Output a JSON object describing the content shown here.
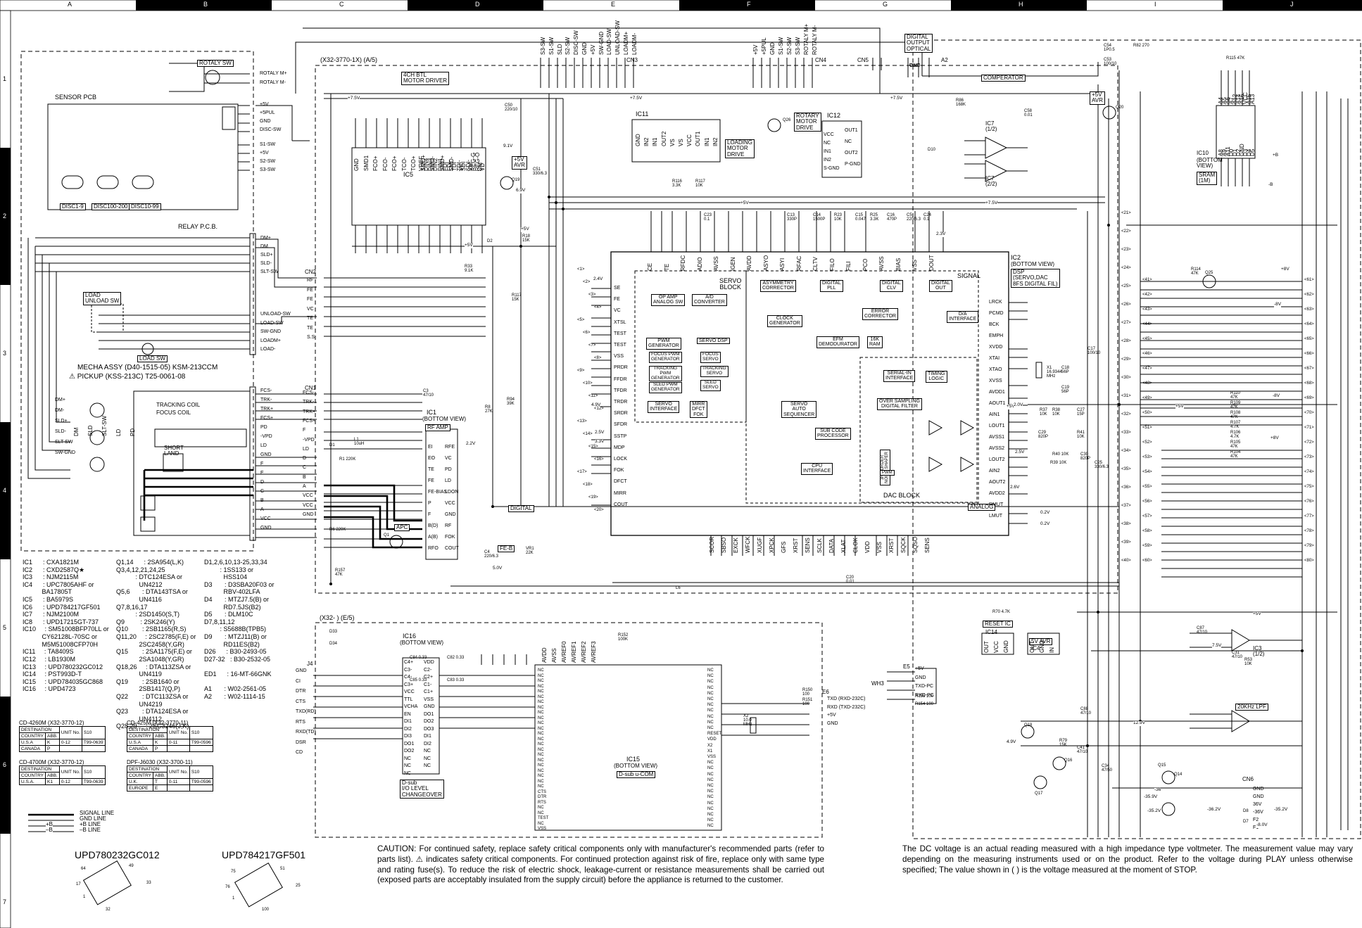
{
  "grid": {
    "columns": [
      "A",
      "B",
      "C",
      "D",
      "E",
      "F",
      "G",
      "H",
      "I",
      "J"
    ],
    "rows": [
      "1",
      "2",
      "3",
      "4",
      "5",
      "6",
      "7"
    ]
  },
  "sections": {
    "main_board": "(X32-3770-1X) (A/5)",
    "sub_board": "(X32- ) (E/5)",
    "motor_driver": "4CH BTL\nMOTOR DRIVER",
    "servo_block": "SERVO\nBLOCK",
    "signal": "SIGNAL",
    "dac_block": "DAC BLOCK",
    "sensor_pcb": "SENSOR PCB",
    "relay_pcb": "RELAY P.C.B.",
    "rotaly_sw": "ROTALY SW",
    "load_unload_sw": "LOAD\nUNLOAD SW",
    "load_sw": "LOAD SW",
    "mecha_assy": "MECHA ASSY (D40-1515-05) KSM-213CCM",
    "pickup": "⚠ PICKUP (KSS-213C) T25-0061-08",
    "disc_labels": [
      "DISC1-9",
      "DISC100-200",
      "DISC10-99"
    ],
    "tracking_coil": "TRACKING COIL",
    "focus_coil": "FOCUS COIL",
    "short_land": "SHORT\nLAND",
    "digital_output": "DIGITAL\nOUTPUT\nOPTICAL"
  },
  "connectors": {
    "cn1": "CN1",
    "cn2": "CN2",
    "cn3": "CN3",
    "cn4": "CN4",
    "cn5": "CN5",
    "cn6": "CN6",
    "a2": "A2",
    "j4": "J4",
    "e5": "E5",
    "e6": "E6",
    "wh3": "WH3"
  },
  "ics": {
    "ic1": "IC1",
    "ic1_view": "(BOTTOM VIEW)",
    "ic1_func": "RF AMP",
    "ic2": "IC2",
    "ic2_view": "(BOTTOM VIEW)",
    "ic2_func": "DSP\n(SERVO,DAC\n8FS DIGITAL FIL)",
    "ic3": "IC3\n(1/2)",
    "ic4": "IC4",
    "ic4_func": "5V AVR",
    "ic5": "IC5",
    "ic7a": "IC7\n(1/2)",
    "ic7b": "IC7\n(2/2)",
    "ic7_func": "COMPERATOR",
    "ic10": "IC10",
    "ic10_view": "(BOTTOM\nVIEW)",
    "ic10_func": "SRAM\n(1M)",
    "ic11": "IC11",
    "ic11_func": "LOADING\nMOTOR\nDRIVE",
    "ic12": "IC12",
    "ic12_func": "ROTARY\nMOTOR\nDRIVE",
    "ic14": "IC14",
    "ic14_func": "RESET IC",
    "ic15": "IC15",
    "ic15_view": "(BOTTOM VIEW)",
    "ic15_func": "D-sub u-COM",
    "ic16": "IC16",
    "ic16_view": "(BOTTOM VIEW)",
    "ic16_func": "D-sub\nI/O LEVEL\nCHANGEOVER",
    "lpf": "20KHz LPF",
    "avr_q19": "+5V\nAVR",
    "avr_q20": "+5V\nAVR",
    "apc": "APC",
    "fe_b": "FE-B",
    "digital": "DIGITAL",
    "analog": "ANALOG"
  },
  "dsp_blocks": [
    "OP AMP\nANALOG SW",
    "A/D\nCONVERTER",
    "PWM\nGENERATOR",
    "FOCUS PWM\nGENERATOR",
    "TRACKING\nPWM\nGENERATOR",
    "SLED PWM\nGENERATOR",
    "SERVO DSP",
    "FOCUS\nSERVO",
    "TRACKING\nSERVO",
    "SLED\nSERVO",
    "SERVO\nINTERFACE",
    "MIRR\nDFCT\nFOK",
    "ASYMMETRY\nCORRECTOR",
    "DIGITAL\nPLL",
    "DIGITAL\nCLV",
    "DIGITAL\nOUT",
    "CLOCK\nGENERATOR",
    "EFM\nDEMODURATOR",
    "ERROR\nCORRECTOR",
    "16K\nRAM",
    "D/A\nINTERFACE",
    "SERIAL-IN\nINTERFACE",
    "TIMING\nLOGIC",
    "OVER SAMPLING\nDIGITAL FILTER",
    "SERVO\nAUTO\nSEQUENCER",
    "SUB CODE\nPROCESSOR",
    "CPU\nINTERFACE",
    "3RD ORDER\nNOISE SHAPER",
    "PWM"
  ],
  "parts_list_a": "IC1      : CXA1821M\nIC2      : CXD2587Q★\nIC3      : NJM2115M\nIC4      : UPC7805AHF or\n           BA17805T\nIC5      : BA5979S\nIC6      : UPD784217GF501\nIC7      : NJM2100M\nIC8      : UPD17215GT-737\nIC10     : SM51008BFP70LL or\n           CY62128L-70SC or\n           M5M51008CFP70H\nIC11     : TA8409S\nIC12     : LB1930M\nIC13     : UPD780232GC012\nIC14     : PST993D-T\nIC15     : UPD784035GC868\nIC16     : UPD4723",
  "parts_list_b": "Q1,14      : 2SA954(L,K)\nQ3,4,12,21,24,25\n           : DTC124ESA or\n             UN4212\nQ5,6       : DTA143TSA or\n             UN4116\nQ7,8,16,17\n           : 2SD1450(S,T)\nQ9         : 2SK246(Y)\nQ10        : 2SB1165(R,S)\nQ11,20     : 2SC2785(F,E) or\n             2SC2458(Y,GR)\nQ15        : 2SA1175(F,E) or\n             2SA1048(Y,GR)\nQ18,26     : DTA113ZSA or\n             UN4119\nQ19        : 2SB1640 or\n             2SB1417(Q,P)\nQ22        : DTC113ZSA or\n             UN4219\nQ23        : DTA124ESA or\n             UN4112\nQ28,29     : 2SC3246(J,K)",
  "parts_list_c": "D1,2,6,10,13-25,33,34\n         : 1SS133 or\n           HSS104\nD3       : D3SBA20F03 or\n           RBV-402LFA\nD4       : MTZJ7.5(B) or\n           RD7.5JS(B2)\nD5       : DLM10C\nD7,8,11,12\n         : S5688B(TPB5)\nD9       : MTZJ11(B) or\n           RD11ES(B2)\nD26      : B30-2493-05\nD27-32   : B30-2532-05\n\nED1      : 16-MT-66GNK\n\nA1       : W02-2561-05\nA2       : W02-1114-15",
  "destination_tables": [
    {
      "title": "CD-4260M (X32-3770-12)",
      "head": [
        "DESTINATION",
        "UNIT No.",
        "S10"
      ],
      "sub": [
        "COUNTRY",
        "ABB."
      ],
      "rows": [
        [
          "U.S.A",
          "K",
          "0-12",
          "T99-0639"
        ],
        [
          "CANADA",
          "P",
          "",
          ""
        ]
      ]
    },
    {
      "title": "CD-425M (X32-3770-11)",
      "head": [
        "DESTINATION",
        "UNIT No.",
        "S10"
      ],
      "sub": [
        "COUNTRY",
        "ABB."
      ],
      "rows": [
        [
          "U.S.A",
          "K",
          "0-11",
          "T99-0596"
        ],
        [
          "CANADA",
          "P",
          "",
          ""
        ]
      ]
    },
    {
      "title": "CD-4700M (X32-3770-12)",
      "head": [
        "DESTINATION",
        "UNIT No.",
        "S10"
      ],
      "sub": [
        "COUNTRY",
        "ABB."
      ],
      "rows": [
        [
          "U.S.A.",
          "K1",
          "0-12",
          "T99-0639"
        ]
      ]
    },
    {
      "title": "DPF-J6030 (X32-3700-11)",
      "head": [
        "DESTINATION",
        "UNIT No.",
        "S10"
      ],
      "sub": [
        "COUNTRY",
        "ABB."
      ],
      "rows": [
        [
          "U.K.",
          "T",
          "0-11",
          "T99-0596"
        ],
        [
          "EUROPE",
          "E",
          "",
          ""
        ]
      ]
    }
  ],
  "legend": [
    "SIGNAL LINE",
    "GND LINE",
    "+B LINE",
    "–B LINE"
  ],
  "legend_tags": [
    "+B",
    "–B"
  ],
  "chip_labels": [
    "UPD780232GC012",
    "UPD784217GF501"
  ],
  "chip_pins": {
    "a": [
      "64",
      "1",
      "49",
      "17",
      "33",
      "32"
    ],
    "b": [
      "75",
      "1",
      "51",
      "76",
      "100",
      "25"
    ]
  },
  "caution": "CAUTION: For continued safety, replace safety critical components only with manufacturer's recommended parts (refer to parts list). ⚠ indicates safety critical components. For continued protection against risk of fire, replace only with same type and rating fuse(s). To reduce the risk of electric shock, leakage-current or resistance measurements shall be carried out (exposed parts are acceptably insulated from the supply circuit) before the appliance is returned to the customer.",
  "voltage_note": "The DC voltage is an actual reading measured with a high impedance type voltmeter. The measurement value may vary depending on the measuring instruments used or on the product. Refer to the voltage during PLAY unless otherwise specified; The value shown in ( ) is the voltage measured at the moment of STOP.",
  "signals": {
    "cn2_pins": [
      "RF",
      "FE",
      "FE",
      "VC",
      "TE",
      "TE",
      "S.S"
    ],
    "cn1_pins": [
      "FCS-",
      "TRK-",
      "TRK+",
      "FCS+",
      "F",
      "-VPD",
      "LD",
      "D",
      "C",
      "B",
      "A",
      "VCC",
      "VCC",
      "GND"
    ],
    "relay_pins": [
      "DM+",
      "DM",
      "SLD+",
      "SLD-",
      "SLT-SW",
      "UNLOAD-SW",
      "LOAD-SW",
      "SW-GND",
      "LOADM+",
      "LOAD-"
    ],
    "pickup_pins": [
      "FCS-",
      "TRK-",
      "TRK+",
      "FCS+",
      "PD",
      "-VPD",
      "LD",
      "GND",
      "F",
      "E",
      "D",
      "C",
      "B",
      "A",
      "VCC",
      "GND"
    ],
    "rotaly_pins": [
      "ROTALY M+",
      "ROTALY M-"
    ],
    "sensor_pins": [
      "+5V",
      "+5PUL",
      "GND",
      "DISC-SW",
      "S1-SW",
      "+5V",
      "S2-SW",
      "S3-SW"
    ],
    "mech_labels": [
      "DM+",
      "DM-",
      "SLD+",
      "SLD-",
      "SLT-SW",
      "SW-GND",
      "DM",
      "SLD",
      "SLT-SW",
      "LD",
      "PD"
    ],
    "j4_pins": [
      "GND",
      "CI",
      "DTR",
      "CTS",
      "TXD(RD)",
      "RTS",
      "RXD(TD)",
      "DSR",
      "CD"
    ],
    "e5_pins": [
      "+5V",
      "GND",
      "TXD-PC",
      "RXD-PC"
    ],
    "e6_pins": [
      "TXD (RXD-232C)",
      "RXD (TXD-232C)",
      "+5V",
      "GND"
    ],
    "cn3_pins": [
      "S3-SW",
      "S1-SW",
      "SLD",
      "S2-SW",
      "DISC-SW",
      "GND",
      "+5V",
      "SW-GND",
      "LOAD-SW",
      "UNLOAD-SW",
      "LOADM+",
      "LOADM-"
    ],
    "cn4_pins": [
      "+5V",
      "+5PUL",
      "GND",
      "S1-SW",
      "S2-SW",
      "S3-SW",
      "ROTALY M+",
      "ROTALY M-"
    ],
    "cn6_pins": [
      "GND",
      "GND",
      "36V",
      "-36V",
      "F2",
      "F1"
    ],
    "a2_pins": [
      "GND",
      "Vcc",
      "OUT"
    ],
    "dsp_right": [
      "LRCK",
      "PCMD",
      "BCK",
      "EMPH",
      "XVDD",
      "XTAI",
      "XTAO",
      "XVSS",
      "AVDD1",
      "AOUT1",
      "AIN1",
      "LOUT1",
      "AVSS1",
      "AVSS2",
      "LOUT2",
      "AIN2",
      "AOUT2",
      "AVDD2",
      "RMUT",
      "LMUT"
    ],
    "dsp_left": [
      "SE",
      "FE",
      "VC",
      "XTSL",
      "TEST",
      "TEST",
      "VSS",
      "PRDR",
      "FFDR",
      "TFDR",
      "TRDR",
      "SRDR",
      "SFDR",
      "SSTP",
      "MDP",
      "LOCK",
      "FOK",
      "DFCT",
      "MIRR",
      "COUT"
    ],
    "dsp_top": [
      "CE",
      "TE",
      "RFDC",
      "ADIO",
      "AVSS",
      "IGEN",
      "AVDD",
      "ASYO",
      "ASYI",
      "RFAC",
      "CLTV",
      "FILO",
      "FILI",
      "PCO",
      "AVSS",
      "BIAS",
      "VSS",
      "DOUT"
    ],
    "dsp_bottom": [
      "SCOR",
      "SBSO",
      "EXCK",
      "WFCK",
      "XUGF",
      "XPCK",
      "GFS",
      "XRST",
      "SENS",
      "SCLK",
      "DATA",
      "XLAT",
      "CLOK",
      "VDD",
      "VSS",
      "XRST",
      "SQCK",
      "SQSO",
      "SENS"
    ],
    "ic1_pins": [
      "EI",
      "EO",
      "TE",
      "FE",
      "FE-BIAS",
      "P",
      "F",
      "B(D)",
      "A(B)",
      "RFO",
      "RFE",
      "VC",
      "PD",
      "LD",
      "LDON",
      "VCC",
      "GND",
      "RF",
      "FOK",
      "COUT"
    ],
    "ic5_pins": [
      "GND",
      "SMD1",
      "FCO+",
      "FCO-",
      "FCO+",
      "TCO-",
      "TCO+",
      "SMO+",
      "SMO-",
      "SMD+",
      "SMD-",
      "VC",
      "VM",
      "VM",
      "VREF",
      "DIN4",
      "DIN3",
      "DIN2",
      "DIN1",
      "FDI",
      "FDI-",
      "TDI",
      "TDI-",
      "SDI",
      "SDI-",
      "REG-G",
      "REG-O",
      "VD"
    ],
    "ic11_pins": [
      "GND",
      "IN2",
      "IN1",
      "OUT2",
      "VS",
      "VS",
      "VCC",
      "OUT1",
      "IN1",
      "IN2"
    ],
    "ic12_pins": [
      "VCC",
      "NC",
      "IN1",
      "IN2",
      "S-GND",
      "OUT1",
      "NC",
      "OUT2",
      "P-GND"
    ],
    "ic14_pins": [
      "OUT",
      "VCC",
      "GND"
    ],
    "ic4_pins": [
      "OUT",
      "GND",
      "IN"
    ],
    "ic16_left": [
      "C4+",
      "C3-",
      "C4-",
      "C3+",
      "VCC",
      "TTL",
      "VCHA",
      "EN",
      "DI1",
      "DI2",
      "DI3",
      "DO1",
      "DO2",
      "NC",
      "NC",
      "NC"
    ],
    "ic16_right": [
      "VDD",
      "C2-",
      "C2+",
      "C1-",
      "C1+",
      "VSS",
      "GND",
      "DO1",
      "DO2",
      "DO3",
      "DI1",
      "DI2",
      "NC",
      "NC",
      "NC"
    ],
    "ic15_left": [
      "NC",
      "NC",
      "NC",
      "NC",
      "NC",
      "NC",
      "NC",
      "NC",
      "NC",
      "NC",
      "NC",
      "NC",
      "NC",
      "NC",
      "NC",
      "NC",
      "NC",
      "NC",
      "NC",
      "NC",
      "NC",
      "NC",
      "NC",
      "CTS",
      "DTR",
      "RTS",
      "NC",
      "NC",
      "TEST",
      "NC",
      "VSS"
    ],
    "ic15_right": [
      "NC",
      "NC",
      "NC",
      "NC",
      "NC",
      "NC",
      "NC",
      "NC",
      "NC",
      "NC",
      "NC",
      "RESET",
      "VDD",
      "X2",
      "X1",
      "VSS",
      "NC",
      "NC",
      "NC",
      "NC",
      "NC",
      "NC",
      "NC",
      "NC",
      "NC",
      "NC",
      "NC",
      "NC"
    ],
    "ic15_top": [
      "AVDD",
      "AVSS",
      "AVREF0",
      "AVREF1",
      "AVREF2",
      "AVREF3"
    ],
    "ic10_pins": [
      "A4",
      "A5",
      "A6",
      "A7",
      "A12",
      "A14",
      "A16",
      "VCC",
      "A15",
      "A13",
      "A8",
      "A9",
      "A11",
      "D0",
      "D1",
      "D2",
      "GND",
      "D3",
      "D4",
      "D5"
    ]
  },
  "volt_labels": [
    "+7.5V",
    "+5V",
    "+5V",
    "+7.5V",
    "+7.5V",
    "+5V",
    "-8V",
    "+8V",
    "+5V",
    "+5V",
    "+5V",
    "+7.5V",
    "-B",
    "+B",
    "-8V",
    "+8V",
    "2.5V",
    "3.3V",
    "4.9V",
    "2.2V",
    "5.0V",
    "0.2V",
    "0.2V",
    "2.0V",
    "2.5V",
    "12.9V",
    "-35.2V",
    "-36.2V",
    "-35.9V",
    "-36",
    "-35.2V",
    "4.9V",
    "7.5V",
    "9.1V",
    "6.9V",
    "-8.0V",
    "2.6V",
    "2.4V",
    "2.3V"
  ],
  "comp_labels": [
    "R117\n15K",
    "R18\n15K",
    "R116\n3.3K",
    "R117\n10K",
    "R86\n168K",
    "C58\n0.01",
    "C50\n220/10",
    "C51\n330/6.3",
    "Q19",
    "Q20",
    "Q25",
    "Q26",
    "Q1",
    "Q18",
    "Q16",
    "Q17",
    "Q14",
    "Q15",
    "D2",
    "D1",
    "D10",
    "D33",
    "D34",
    "D7",
    "D8",
    "R6 220K",
    "R1 220K",
    "L1\n10uH",
    "X1\n16.9344\nMHz",
    "C18\n56P",
    "C19\n56P",
    "X2\n10.0\nMHz",
    "R33\n9.1K",
    "R94\n39K",
    "C3\n47/10",
    "R8\n27K",
    "C4\n220/6.3",
    "VR1\n22K",
    "C20\n0.01",
    "L6",
    "R157\n47K",
    "R70 4.7K",
    "R79\n15K",
    "C87\n47/10",
    "C41\n47/10",
    "C34\n47/50",
    "C88\n47/10",
    "C84 0.33",
    "C85 0.33",
    "C82 0.33",
    "C83 0.33",
    "R150\n100",
    "R151\n100",
    "R152\n100K",
    "R155 100",
    "R154 100",
    "C14\n1500P",
    "R23\n10K",
    "C15\n0.047",
    "R25\n3.3K",
    "C16\n470P",
    "C23\n0.1",
    "C13\n330P",
    "C5\n220/6.3",
    "C24\n0.1",
    "R114\n47K",
    "R115 47K",
    "C53\n100/10",
    "C54\n1P0.5",
    "R82 270",
    "R37\n10K",
    "R38\n10K",
    "C27\n15P",
    "C29\n820P",
    "R41\n10K",
    "R40 10K",
    "C30\n820P",
    "R39 10K",
    "C25\n330/6.3",
    "C17\n100/10",
    "R110\n47K",
    "R109\n47K",
    "R108\n47K",
    "R107\n4.7K",
    "R106\n4.7K",
    "R105\n47K",
    "R104\n47K",
    "C31\n47/10",
    "R53\n10K"
  ],
  "node_numbers": [
    "<1>",
    "<2>",
    "<3>",
    "<4>",
    "<5>",
    "<6>",
    "<7>",
    "<8>",
    "<9>",
    "<10>",
    "<11>",
    "<12>",
    "<13>",
    "<14>",
    "<15>",
    "<16>",
    "<17>",
    "<18>",
    "<19>",
    "<20>",
    "<21>",
    "<22>",
    "<23>",
    "<24>",
    "<25>",
    "<26>",
    "<27>",
    "<28>",
    "<29>",
    "<30>",
    "<31>",
    "<32>",
    "<33>",
    "<34>",
    "<35>",
    "<36>",
    "<37>",
    "<38>",
    "<39>",
    "<40>",
    "<41>",
    "<42>",
    "<43>",
    "<44>",
    "<45>",
    "<46>",
    "<47>",
    "<48>",
    "<49>",
    "<50>",
    "<51>",
    "<52>",
    "<53>",
    "<54>",
    "<55>",
    "<56>",
    "<57>",
    "<58>",
    "<59>",
    "<60>",
    "<61>",
    "<62>",
    "<63>",
    "<64>",
    "<65>",
    "<66>",
    "<67>",
    "<68>",
    "<69>",
    "<70>",
    "<71>",
    "<72>",
    "<73>",
    "<74>",
    "<75>",
    "<76>",
    "<77>",
    "<78>",
    "<79>",
    "<80>"
  ]
}
